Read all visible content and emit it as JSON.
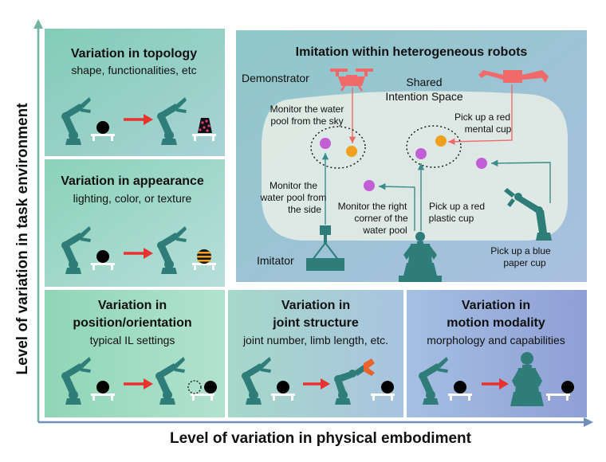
{
  "axes": {
    "y_label": "Level of variation in task environment",
    "x_label": "Level of variation in physical embodiment",
    "axis_color": "#6fb3a3"
  },
  "panels": {
    "topology": {
      "title": "Variation in topology",
      "subtitle": "shape, functionalities, etc"
    },
    "appearance": {
      "title": "Variation in appearance",
      "subtitle": "lighting, color, or texture"
    },
    "position": {
      "title_line1": "Variation in",
      "title_line2": "position/orientation",
      "subtitle": "typical IL settings"
    },
    "joint": {
      "title_line1": "Variation in",
      "title_line2": "joint structure",
      "subtitle": "joint number, limb length, etc."
    },
    "motion": {
      "title_line1": "Variation in",
      "title_line2": "motion modality",
      "subtitle": "morphology and capabilities"
    }
  },
  "hetero": {
    "title": "Imitation within heterogeneous robots",
    "demonstrator_label": "Demonstrator",
    "shared_line1": "Shared",
    "shared_line2": "Intention Space",
    "imitator_label": "Imitator",
    "labels": {
      "monitor_sky_1": "Monitor the water",
      "monitor_sky_2": "pool from the sky",
      "pick_red_metal_1": "Pick up a red",
      "pick_red_metal_2": "mental cup",
      "monitor_side_1": "Monitor the",
      "monitor_side_2": "water pool from",
      "monitor_side_3": "the side",
      "monitor_corner_1": "Monitor the right",
      "monitor_corner_2": "corner of the",
      "monitor_corner_3": "water pool",
      "pick_red_plastic_1": "Pick up a red",
      "pick_red_plastic_2": "plastic cup",
      "pick_blue_paper_1": "Pick up a blue",
      "pick_blue_paper_2": "paper cup"
    }
  },
  "colors": {
    "robot": "#2f7d78",
    "demonstrator": "#f06a6a",
    "arrow_red": "#e8322e",
    "purple_dot": "#c25ed6",
    "orange_dot": "#f0a01f",
    "imitator_text": "#3b8c8a",
    "demonstrator_text": "#f06a6a"
  }
}
